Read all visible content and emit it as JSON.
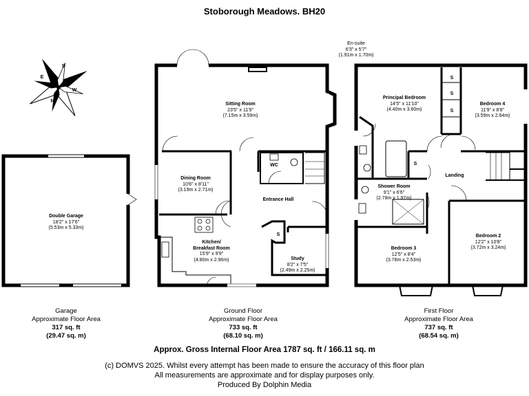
{
  "title": "Stoborough Meadows. BH20",
  "compass": {
    "labels": [
      "S",
      "W",
      "N",
      "E"
    ]
  },
  "rooms": {
    "ensuite": {
      "name": "En-suite",
      "dim1": "6'3\" x 5'7\"",
      "dim2": "(1.91m x 1.70m)"
    },
    "principal": {
      "name": "Principal Bedroom",
      "dim1": "14'5\" x 11'10\"",
      "dim2": "(4.40m x 3.60m)"
    },
    "bedroom4": {
      "name": "Bedroom 4",
      "dim1": "11'9\" x 8'8\"",
      "dim2": "(3.59m x 2.64m)"
    },
    "shower": {
      "name": "Shower Room",
      "dim1": "9'1\" x 6'6\"",
      "dim2": "(2.78m x 1.97m)"
    },
    "landing": {
      "name": "Landing"
    },
    "bedroom3": {
      "name": "Bedroom 3",
      "dim1": "12'5\" x 8'4\"",
      "dim2": "(3.78m x 2.53m)"
    },
    "bedroom2": {
      "name": "Bedroom 2",
      "dim1": "12'2\" x 10'8\"",
      "dim2": "(3.72m x 3.24m)"
    },
    "sitting": {
      "name": "Sitting Room",
      "dim1": "23'5\" x 11'9\"",
      "dim2": "(7.15m x 3.59m)"
    },
    "dining": {
      "name": "Dining Room",
      "dim1": "10'6\" x 8'11\"",
      "dim2": "(3.19m x 2.71m)"
    },
    "wc": {
      "name": "WC"
    },
    "hall": {
      "name": "Entrance Hall"
    },
    "kitchen": {
      "name1": "Kitchen/",
      "name2": "Breakfast Room",
      "dim1": "15'9\" x 9'9\"",
      "dim2": "(4.80m x 2.96m)"
    },
    "study": {
      "name": "Study",
      "dim1": "8'2\" x 7'5\"",
      "dim2": "(2.49m x 2.25m)"
    },
    "garage": {
      "name": "Double Garage",
      "dim1": "18'2\" x 17'6\"",
      "dim2": "(5.53m x 5.33m)"
    }
  },
  "storage_label": "S",
  "floors": {
    "garage": {
      "name": "Garage",
      "area_label": "Approximate Floor Area",
      "sqft": "317 sq. ft",
      "sqm": "(29.47 sq. m)"
    },
    "ground": {
      "name": "Ground Floor",
      "area_label": "Approximate Floor Area",
      "sqft": "733 sq. ft",
      "sqm": "(68.10 sq. m)"
    },
    "first": {
      "name": "First Floor",
      "area_label": "Approximate Floor Area",
      "sqft": "737 sq. ft",
      "sqm": "(68.54 sq. m)"
    }
  },
  "gross_area": "Approx. Gross Internal Floor Area 1787 sq. ft / 166.11 sq. m",
  "footer": {
    "line1": "(c) DOMVS 2025. Whilst every attempt has been made to ensure the accuracy of this floor plan",
    "line2": "All measurements are approximate and for display purposes only.",
    "line3": "Produced By Dolphin Media"
  }
}
